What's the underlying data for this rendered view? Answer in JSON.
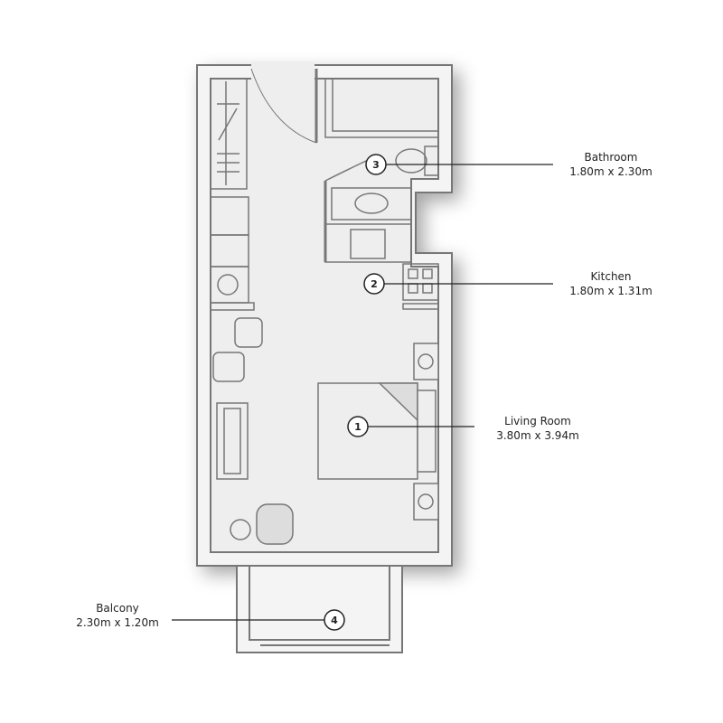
{
  "rooms": [
    {
      "number": "1",
      "name": "Living Room",
      "size": "3.80m x 3.94m"
    },
    {
      "number": "2",
      "name": "Kitchen",
      "size": "1.80m x 1.31m"
    },
    {
      "number": "3",
      "name": "Bathroom",
      "size": "1.80m x 2.30m"
    },
    {
      "number": "4",
      "name": "Balcony",
      "size": "2.30m x 1.20m"
    }
  ],
  "colors": {
    "wall": "#777777",
    "floor": "#eeeeee",
    "line": "#222222"
  }
}
